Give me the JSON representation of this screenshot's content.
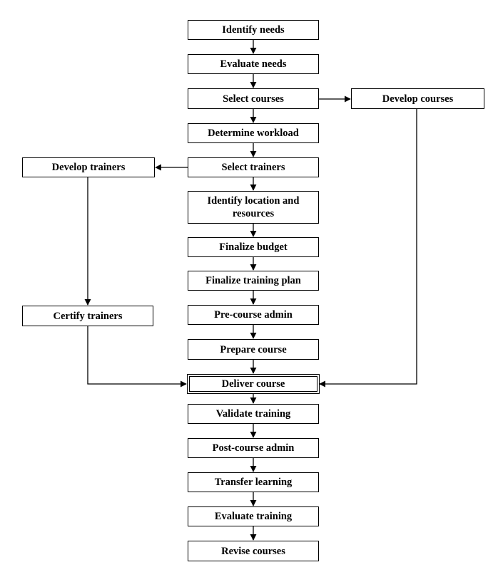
{
  "steps": {
    "identify_needs": "Identify needs",
    "evaluate_needs": "Evaluate needs",
    "select_courses": "Select courses",
    "develop_courses": "Develop courses",
    "determine_workload": "Determine workload",
    "select_trainers": "Select trainers",
    "develop_trainers": "Develop trainers",
    "identify_location_line1": "Identify location and",
    "identify_location_line2": "resources",
    "finalize_budget": "Finalize budget",
    "finalize_training_plan": "Finalize training plan",
    "pre_course_admin": "Pre-course admin",
    "certify_trainers": "Certify trainers",
    "prepare_course": "Prepare course",
    "deliver_course": "Deliver course",
    "validate_training": "Validate training",
    "post_course_admin": "Post-course admin",
    "transfer_learning": "Transfer learning",
    "evaluate_training": "Evaluate training",
    "revise_courses": "Revise courses"
  },
  "colors": {
    "line": "#000000",
    "box_border": "#000000",
    "background": "#ffffff",
    "text": "#000000"
  }
}
